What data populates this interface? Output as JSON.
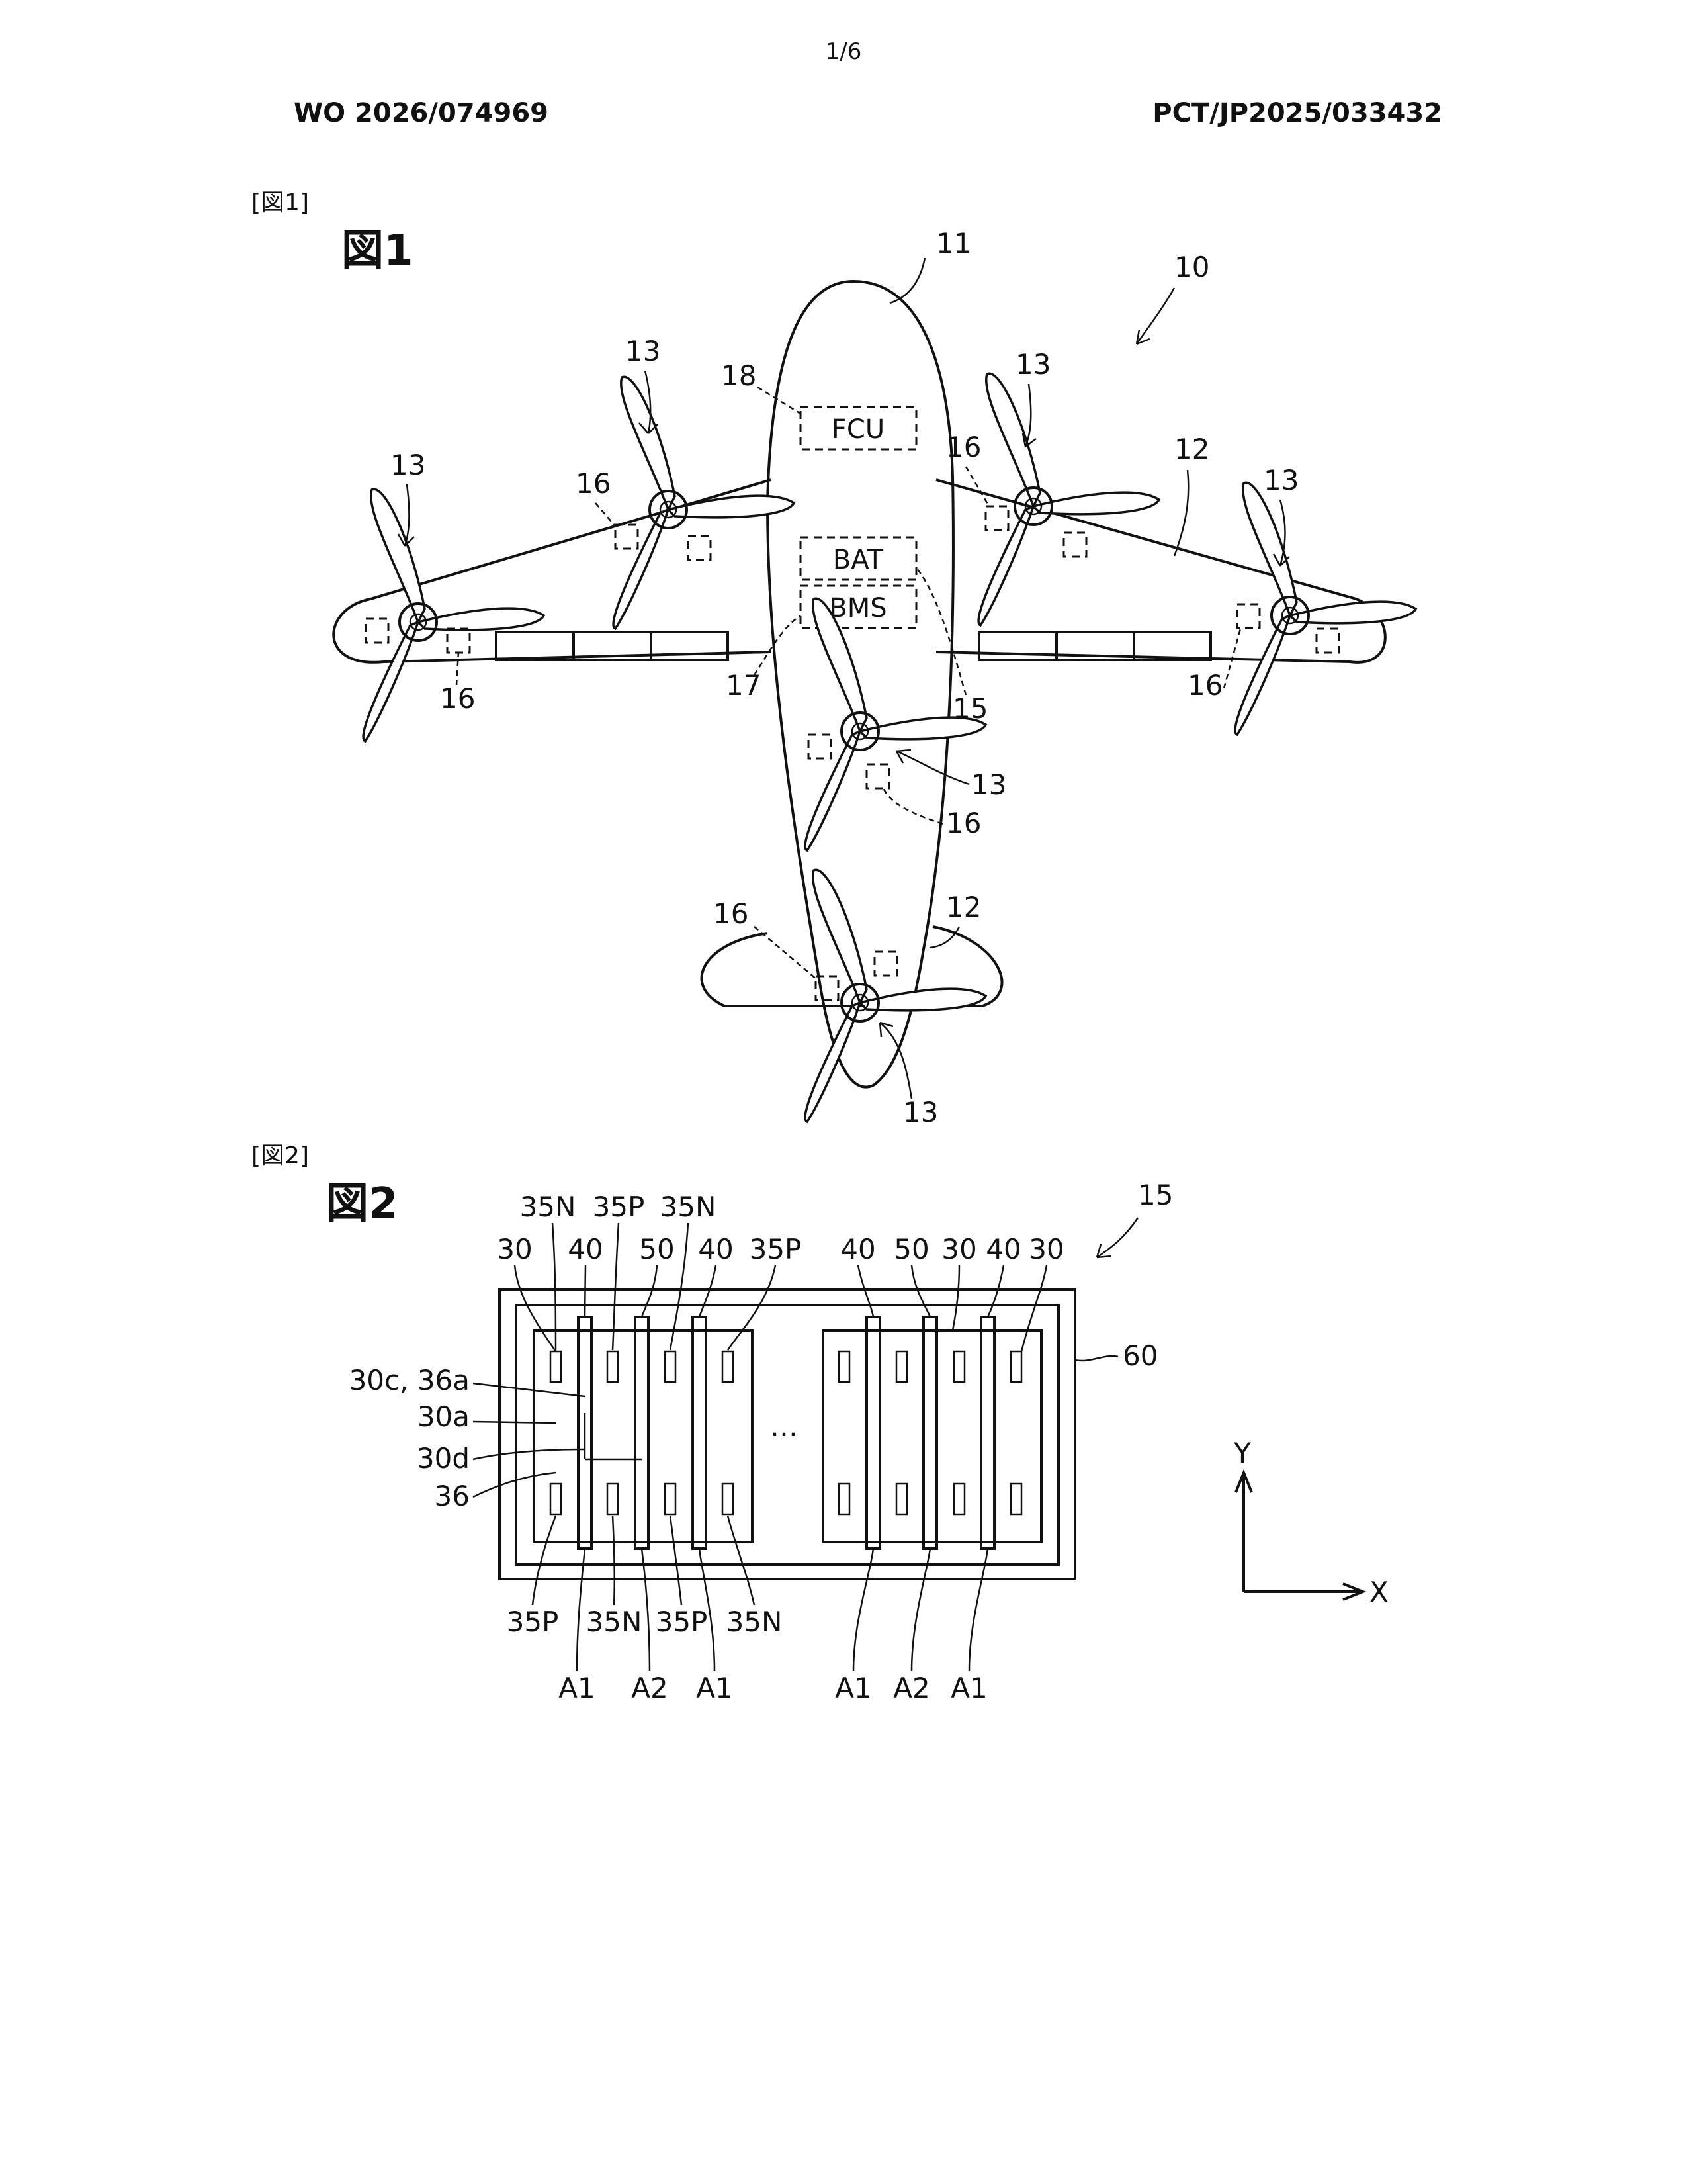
{
  "header": {
    "page_number": "1/6",
    "publication_number": "WO 2026/074969",
    "application_number": "PCT/JP2025/033432"
  },
  "figure1": {
    "caption": "[図1]",
    "title": "図1",
    "boxes": {
      "fcu": "FCU",
      "bat": "BAT",
      "bms": "BMS"
    },
    "refs": {
      "aircraft": "10",
      "fuselage": "11",
      "wing": "12",
      "rotor": "13",
      "battery_pack": "15",
      "motor": "16",
      "bms": "17",
      "fcu": "18"
    }
  },
  "figure2": {
    "caption": "[図2]",
    "title": "図2",
    "refs": {
      "pack": "15",
      "case": "60",
      "cell": "30",
      "busbar": "40",
      "bridge": "50",
      "terminal_n": "35N",
      "terminal_p": "35P",
      "side_a": "30c, 36a",
      "face_a": "30a",
      "side_d": "30d",
      "holder": "36"
    },
    "top_labels_row1": [
      "35N",
      "35P",
      "35N"
    ],
    "top_labels_row2": [
      "30",
      "40",
      "50",
      "40",
      "35P",
      "40",
      "50",
      "30",
      "40",
      "30"
    ],
    "bottom_labels_row1": [
      "35P",
      "35N",
      "35P",
      "35N"
    ],
    "bottom_labels_row2": [
      "A1",
      "A2",
      "A1",
      "A1",
      "A2",
      "A1"
    ],
    "ellipsis": "…",
    "axes": {
      "y": "Y",
      "x": "X"
    }
  }
}
